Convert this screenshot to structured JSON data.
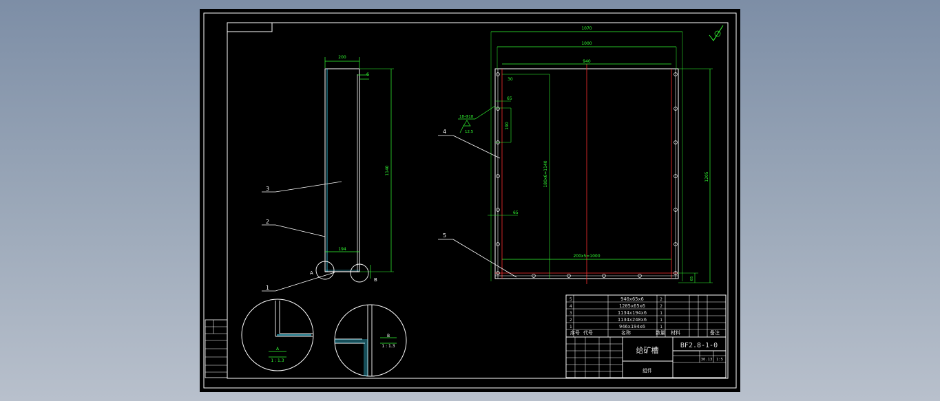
{
  "drawing": {
    "colors": {
      "background": "#000000",
      "line": "#ffffff",
      "dimension": "#33ff33",
      "centerline": "#ff3030",
      "cyan": "#40e0ff",
      "page_bg": "#8a9ab0"
    },
    "side_view": {
      "dims": {
        "top_width": "200",
        "wall": "6",
        "height": "1140",
        "bottom": "194"
      },
      "callouts": [
        "3",
        "2",
        "1"
      ],
      "detail_markers": {
        "left": "A",
        "right": "B"
      }
    },
    "front_view": {
      "dims": {
        "overall": "1070",
        "inner": "1000",
        "span": "940",
        "offset_top": "30",
        "hole_pitch": "65",
        "hole_spacing": "190",
        "vertical_pattern": "180x6=1140",
        "height": "1205",
        "offset_lower": "65",
        "horizontal_pattern": "200x5=1000",
        "bottom_offset": "65",
        "hole_spec": "18-Φ18",
        "roughness": "12.5"
      },
      "callouts": [
        "4",
        "5"
      ]
    },
    "details": {
      "a": {
        "label": "A",
        "scale": "1 : 1.3"
      },
      "b": {
        "label": "B",
        "scale": "1 : 1.3"
      }
    },
    "title_block": {
      "parts": [
        {
          "no": "5",
          "spec": "940x65x6",
          "qty": "2"
        },
        {
          "no": "4",
          "spec": "1205x65x6",
          "qty": "2"
        },
        {
          "no": "3",
          "spec": "1134x194x6",
          "qty": "1"
        },
        {
          "no": "2",
          "spec": "1134x240x6",
          "qty": "1"
        },
        {
          "no": "1",
          "spec": "946x194x6",
          "qty": "1"
        }
      ],
      "headers": {
        "col_no": "序号",
        "col_code": "代号",
        "col_name": "名称",
        "col_qty": "数量",
        "col_material": "材料",
        "col_note": "备注"
      },
      "part_name": "给矿槽",
      "drawing_no": "BF2.8-1-0",
      "assembly": "组件",
      "weight": "30.13",
      "scale": "1:5"
    }
  }
}
